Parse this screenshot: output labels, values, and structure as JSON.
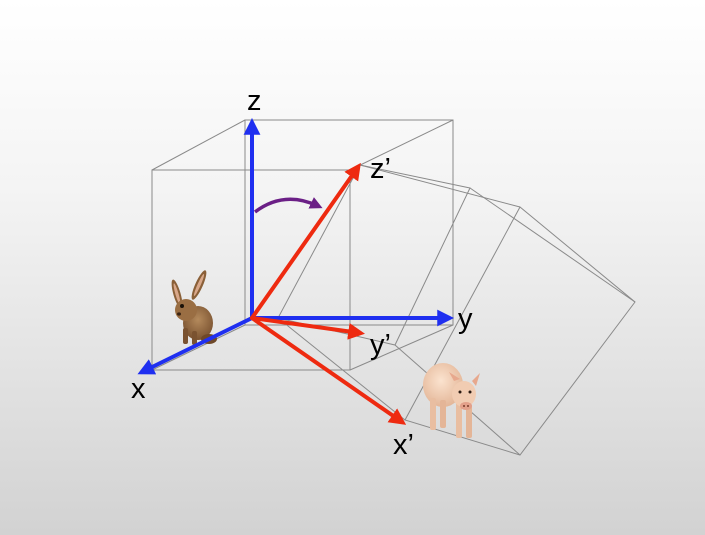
{
  "labels": {
    "z": "z",
    "y": "y",
    "x": "x",
    "z_prime": "z’",
    "y_prime": "y’",
    "x_prime": "x’"
  },
  "colors": {
    "original_axes": "#1f2ff0",
    "rotated_axes": "#ee2a10",
    "rotation_arrow": "#6b1f86",
    "cube_edges": "#8a8a8a"
  },
  "images": {
    "left_animal": "rabbit",
    "right_animal": "pig"
  }
}
